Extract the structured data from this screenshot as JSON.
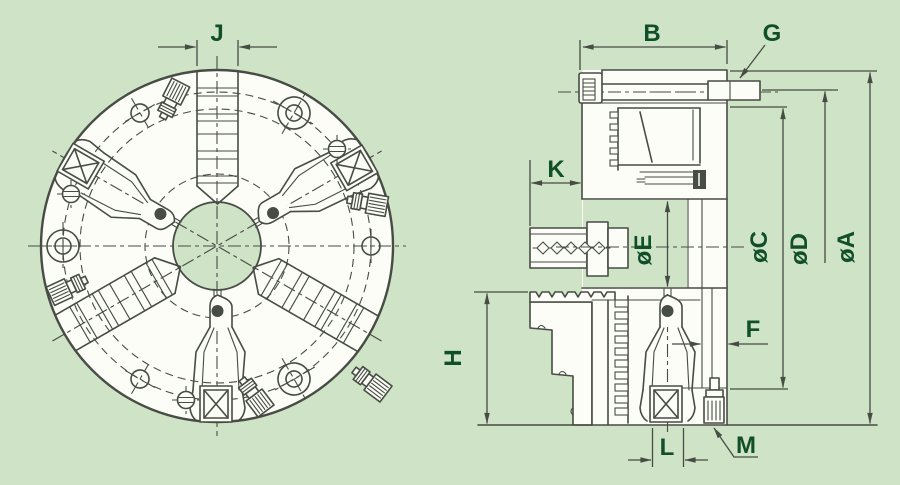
{
  "drawing": {
    "subject": "three-jaw lathe chuck technical drawing, front view and cross-section view",
    "colors": {
      "background": "#cfe3c6",
      "paper": "#fbfdf6",
      "line": "#474c44",
      "label": "#114e2a"
    },
    "views": {
      "front_view": {
        "name": "chuck front view",
        "labels": {
          "J": "J"
        }
      },
      "section_view": {
        "name": "chuck cross-section view",
        "labels": {
          "B": "B",
          "G": "G",
          "K": "K",
          "E": "øE",
          "C": "øC",
          "D": "øD",
          "A": "øA",
          "F": "F",
          "H": "H",
          "L": "L",
          "M": "M"
        }
      }
    }
  }
}
